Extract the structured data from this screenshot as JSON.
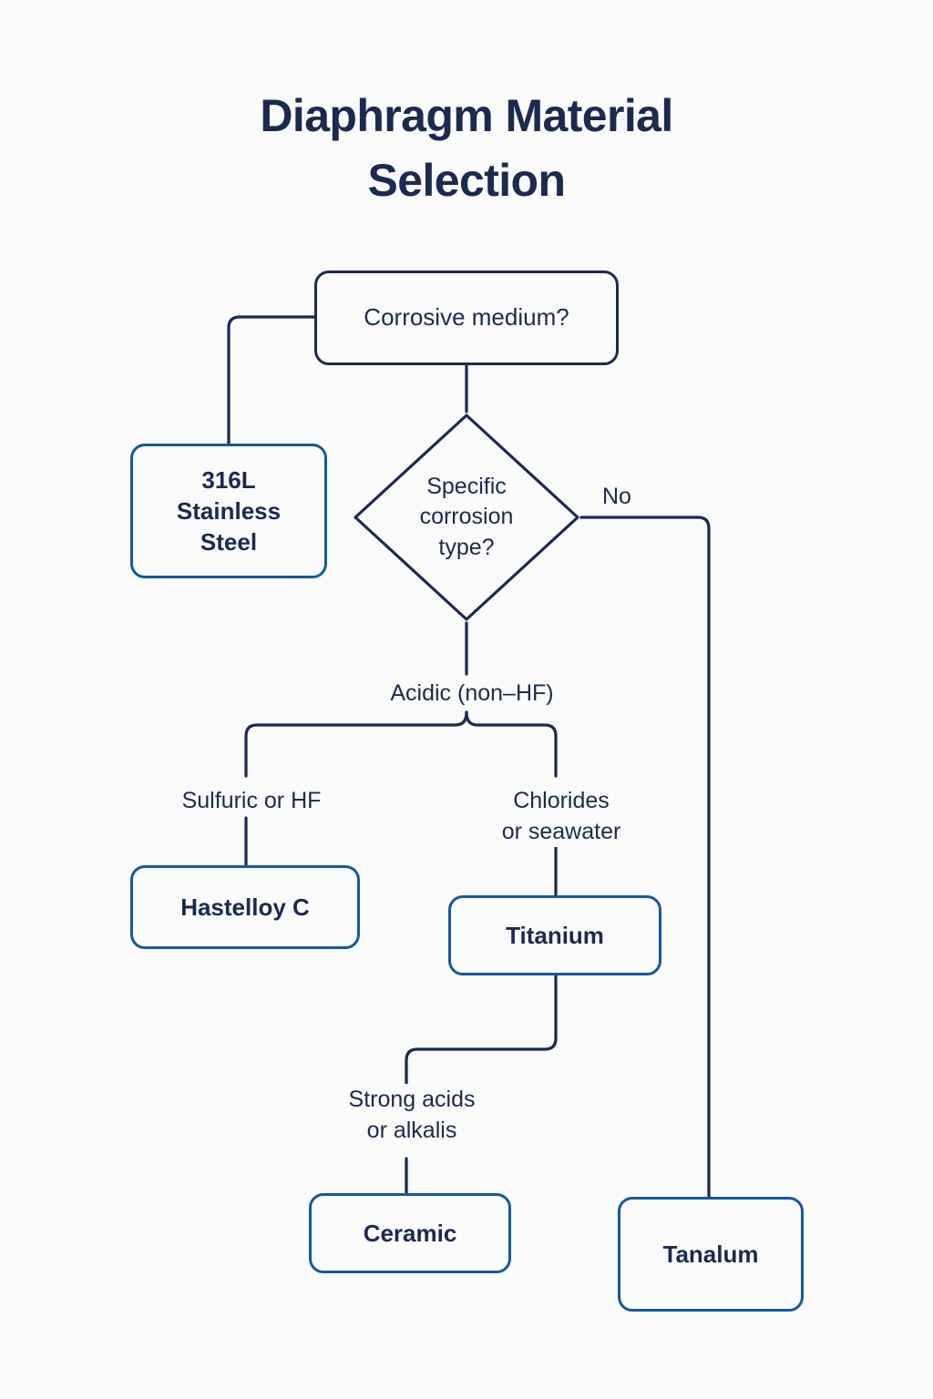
{
  "page": {
    "title": "Diaphragm Material\nSelection",
    "background_color": "#fbfbfc"
  },
  "colors": {
    "title_text": "#1b2a4e",
    "decision_stroke": "#1b2a4e",
    "terminal_stroke": "#1558a0",
    "node_fill": "#fbfbfc"
  },
  "flowchart": {
    "nodes": {
      "corrosive_medium": {
        "label": "Corrosive medium?",
        "shape": "rounded-rectangle",
        "style": "process"
      },
      "corrosion_type": {
        "label": "Specific\ncorrosion\ntype?",
        "shape": "diamond",
        "style": "decision"
      },
      "stainless": {
        "label": "316L\nStainless\nSteel",
        "shape": "rounded-rectangle",
        "style": "terminal"
      },
      "hastelloy": {
        "label": "Hastelloy C",
        "shape": "rounded-rectangle",
        "style": "terminal"
      },
      "titanium": {
        "label": "Titanium",
        "shape": "rounded-rectangle",
        "style": "terminal"
      },
      "ceramic": {
        "label": "Ceramic",
        "shape": "rounded-rectangle",
        "style": "terminal"
      },
      "tanalum": {
        "label": "Tanalum",
        "shape": "rounded-rectangle",
        "style": "terminal"
      }
    },
    "edge_labels": {
      "no": "No",
      "acidic": "Acidic (non–HF)",
      "sulfuric": "Sulfuric or HF",
      "chlorides": "Chlorides\nor seawater",
      "strong": "Strong acids\nor alkalis"
    }
  }
}
